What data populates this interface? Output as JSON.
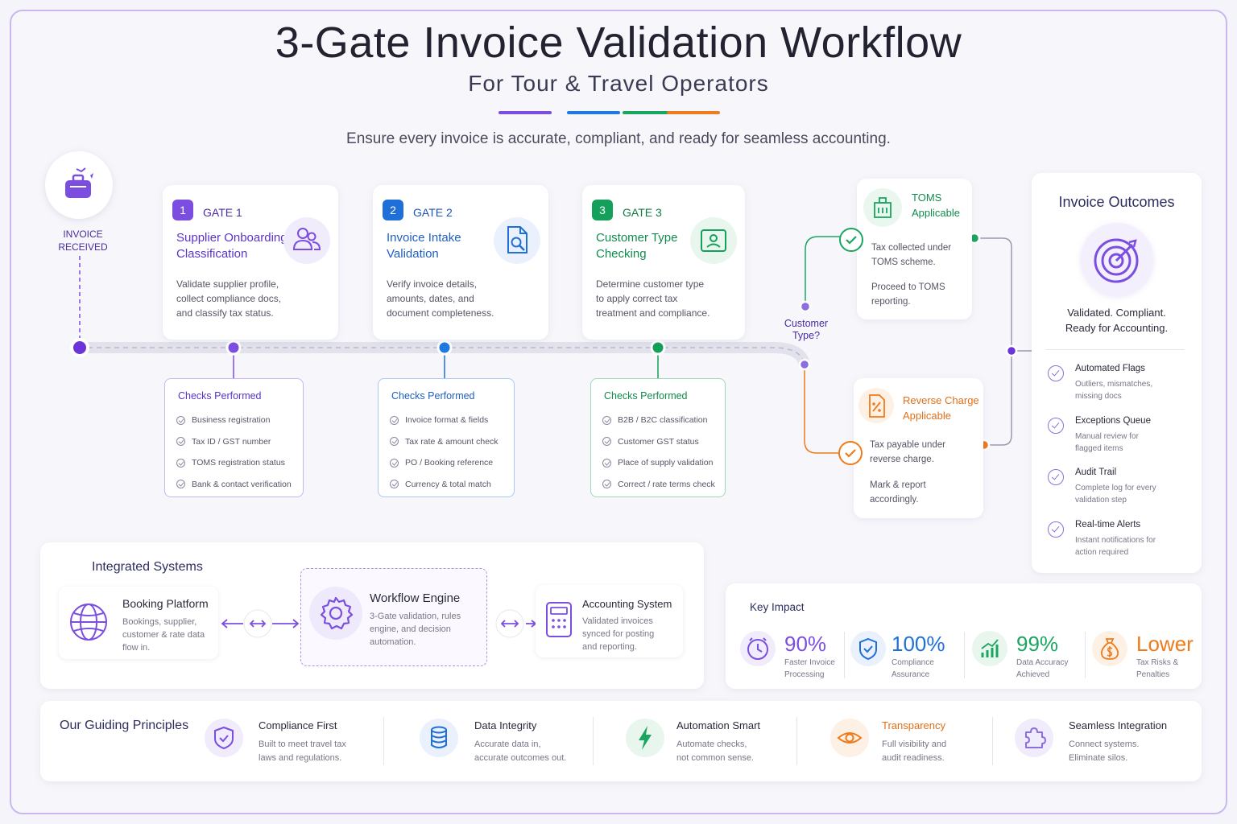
{
  "header": {
    "title": "3-Gate Invoice Validation Workflow",
    "subtitle": "For Tour & Travel Operators",
    "tagline": "Ensure every invoice is accurate, compliant, and ready for seamless accounting.",
    "underline_colors": [
      "#7b4ee0",
      "#1f7ae0",
      "#1aa660",
      "#f07c20"
    ]
  },
  "start": {
    "label_line1": "INVOICE",
    "label_line2": "RECEIVED",
    "icon": "suitcase-plane-icon"
  },
  "gates": [
    {
      "number": "1",
      "label": "GATE 1",
      "color": "#7b4ee0",
      "name_line1": "Supplier Onboarding",
      "name_line2": "Classification",
      "desc": [
        "Validate supplier profile,",
        "collect compliance docs,",
        "and classify tax status."
      ],
      "icon": "users-icon",
      "checks_title": "Checks Performed",
      "checks": [
        "Business registration",
        "Tax ID / GST number",
        "TOMS registration status",
        "Bank & contact verification"
      ]
    },
    {
      "number": "2",
      "label": "GATE 2",
      "color": "#1f6fd8",
      "name_line1": "Invoice Intake",
      "name_line2": "Validation",
      "desc": [
        "Verify invoice details,",
        "amounts, dates, and",
        "document completeness."
      ],
      "icon": "document-search-icon",
      "checks_title": "Checks Performed",
      "checks": [
        "Invoice format & fields",
        "Tax rate & amount check",
        "PO / Booking reference",
        "Currency & total match"
      ]
    },
    {
      "number": "3",
      "label": "GATE 3",
      "color": "#13a05a",
      "name_line1": "Customer Type",
      "name_line2": "Checking",
      "desc": [
        "Determine customer type",
        "to apply correct tax",
        "treatment and compliance."
      ],
      "icon": "id-card-icon",
      "checks_title": "Checks Performed",
      "checks": [
        "B2B / B2C classification",
        "Customer GST status",
        "Place of supply validation",
        "Correct / rate terms check"
      ]
    }
  ],
  "decision": {
    "line1": "Customer",
    "line2": "Type?"
  },
  "branches": {
    "toms": {
      "title_line1": "TOMS",
      "title_line2": "Applicable",
      "color": "#1aa660",
      "desc1": [
        "Tax collected under",
        "TOMS scheme."
      ],
      "desc2": [
        "Proceed to TOMS",
        "reporting."
      ]
    },
    "reverse": {
      "title_line1": "Reverse Charge",
      "title_line2": "Applicable",
      "color": "#ef7a1a",
      "desc1": [
        "Tax payable under",
        "reverse charge."
      ],
      "desc2": [
        "Mark & report",
        "accordingly."
      ]
    }
  },
  "outcomes": {
    "title": "Invoice Outcomes",
    "tag_line1": "Validated. Compliant.",
    "tag_line2": "Ready for Accounting.",
    "items": [
      {
        "title": "Automated Flags",
        "desc": [
          "Outliers, mismatches,",
          "missing docs"
        ]
      },
      {
        "title": "Exceptions Queue",
        "desc": [
          "Manual review for",
          "flagged items"
        ]
      },
      {
        "title": "Audit Trail",
        "desc": [
          "Complete log for every",
          "validation step"
        ]
      },
      {
        "title": "Real-time Alerts",
        "desc": [
          "Instant notifications for",
          "action required"
        ]
      }
    ]
  },
  "systems": {
    "title": "Integrated Systems",
    "items": [
      {
        "name": "Booking Platform",
        "desc": [
          "Bookings, supplier,",
          "customer & rate data",
          "flow in."
        ],
        "icon": "globe-icon"
      },
      {
        "name": "Workflow Engine",
        "desc": [
          "3-Gate validation, rules",
          "engine, and decision",
          "automation."
        ],
        "icon": "gear-icon"
      },
      {
        "name": "Accounting System",
        "desc": [
          "Validated invoices",
          "synced for posting",
          "and reporting."
        ],
        "icon": "calculator-icon"
      }
    ]
  },
  "impact": {
    "title": "Key Impact",
    "items": [
      {
        "value": "90%",
        "label": [
          "Faster Invoice",
          "Processing"
        ],
        "color": "#7b4ee0",
        "icon": "clock-icon"
      },
      {
        "value": "100%",
        "label": [
          "Compliance",
          "Assurance"
        ],
        "color": "#1f6fd8",
        "icon": "shield-check-icon"
      },
      {
        "value": "99%",
        "label": [
          "Data Accuracy",
          "Achieved"
        ],
        "color": "#1aa660",
        "icon": "growth-chart-icon"
      },
      {
        "value": "Lower",
        "label": [
          "Tax Risks &",
          "Penalties"
        ],
        "color": "#ef7a1a",
        "icon": "money-bag-icon"
      }
    ]
  },
  "principles": {
    "title": "Our Guiding Principles",
    "items": [
      {
        "name": "Compliance First",
        "desc": [
          "Built to meet travel tax",
          "laws and regulations."
        ],
        "icon": "shield-check-icon"
      },
      {
        "name": "Data Integrity",
        "desc": [
          "Accurate data in,",
          "accurate outcomes out."
        ],
        "icon": "database-icon"
      },
      {
        "name": "Automation Smart",
        "desc": [
          "Automate checks,",
          "not common sense."
        ],
        "icon": "lightning-icon"
      },
      {
        "name": "Transparency",
        "desc": [
          "Full visibility and",
          "audit readiness."
        ],
        "icon": "eye-icon"
      },
      {
        "name": "Seamless Integration",
        "desc": [
          "Connect systems.",
          "Eliminate silos."
        ],
        "icon": "puzzle-icon"
      }
    ]
  }
}
